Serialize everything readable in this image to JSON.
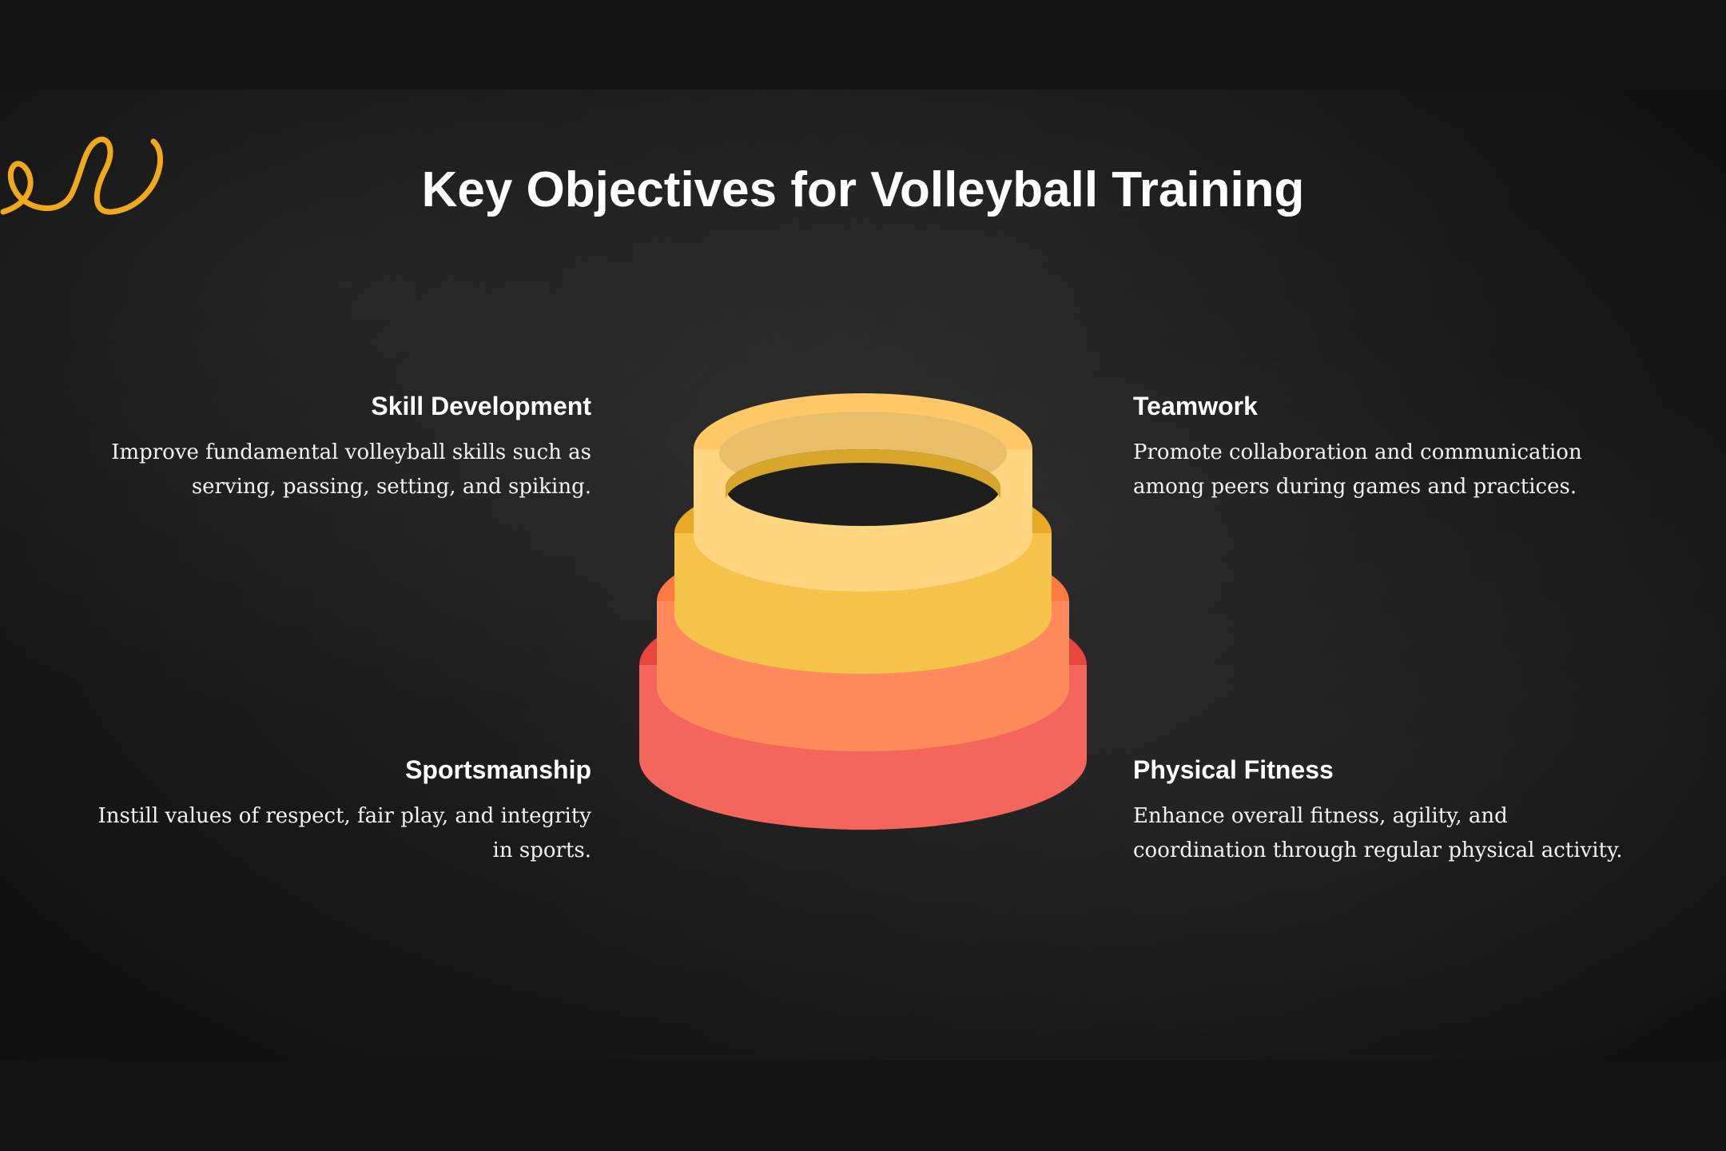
{
  "slide": {
    "title": "Key Objectives for Volleyball Training"
  },
  "objectives": [
    {
      "heading": "Skill Development",
      "text": "Improve fundamental volleyball skills such as serving, passing, setting, and spiking."
    },
    {
      "heading": "Teamwork",
      "text": "Promote collaboration and communication among peers during games and practices."
    },
    {
      "heading": "Sportsmanship",
      "text": "Instill values of respect, fair play, and integrity in sports."
    },
    {
      "heading": "Physical Fitness",
      "text": "Enhance overall fitness, agility, and coordination through regular physical activity."
    }
  ],
  "colors": {
    "background": "#1c1c1c",
    "squiggle": "#f0a81c",
    "ring_1": "#ffd580",
    "ring_2": "#f5c24a",
    "ring_3": "#ff8a5c",
    "ring_4": "#f4655c"
  },
  "icons": [
    "squiggle-doodle",
    "stacked-rings-graphic"
  ]
}
